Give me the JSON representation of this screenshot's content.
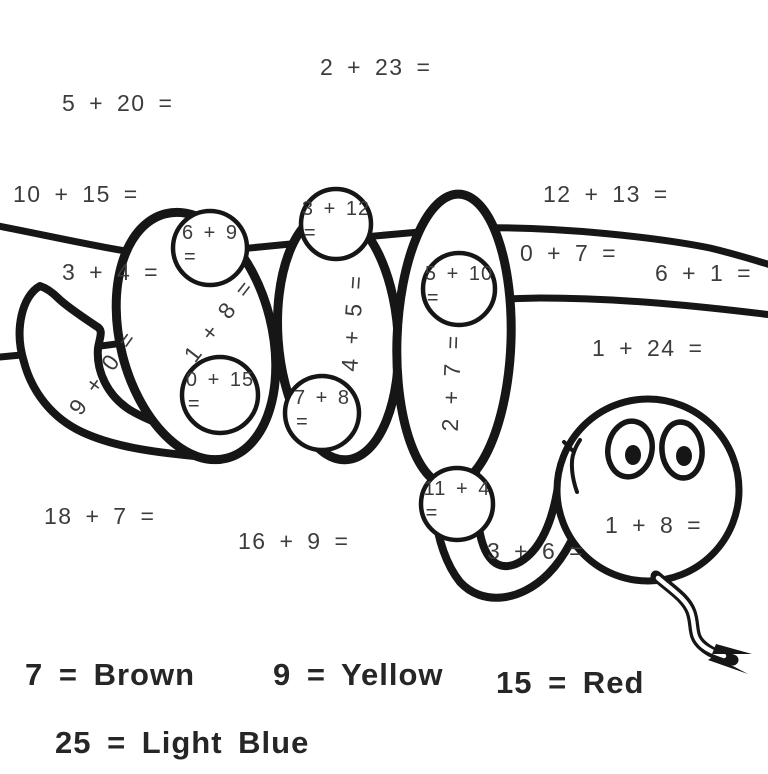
{
  "style": {
    "background": "#ffffff",
    "ink": "#161616",
    "problem_text_color": "#3c3c3c",
    "legend_text_color": "#262626"
  },
  "worksheet": {
    "illustration": {
      "subject": "snake coiled around a tree branch",
      "parts": [
        "branch",
        "snake-tail",
        "snake-coil",
        "snake-head",
        "snake-eyes",
        "forked-tongue",
        "problem-spots"
      ]
    },
    "plain_problems": [
      {
        "text": "2 + 23 ="
      },
      {
        "text": "5 + 20 ="
      },
      {
        "text": "10 + 15 ="
      },
      {
        "text": "12 + 13 ="
      },
      {
        "text": "0 + 7 ="
      },
      {
        "text": "6 + 1 ="
      },
      {
        "text": "3 + 4 ="
      },
      {
        "text": "1 + 24 ="
      },
      {
        "text": "18 + 7 ="
      },
      {
        "text": "16 + 9 ="
      },
      {
        "text": "3 + 6 ="
      },
      {
        "text": "1 + 8 ="
      }
    ],
    "rotated_problems": [
      {
        "text": "1 + 8 ="
      },
      {
        "text": "4 + 5 ="
      },
      {
        "text": "9 + 0 ="
      },
      {
        "text": "2 + 7 ="
      }
    ],
    "circle_problems": [
      {
        "expression": "6 + 9",
        "equals": "="
      },
      {
        "expression": "3 + 12",
        "equals": "="
      },
      {
        "expression": "0 + 15",
        "equals": "="
      },
      {
        "expression": "7 + 8",
        "equals": "="
      },
      {
        "expression": "5 + 10",
        "equals": "="
      },
      {
        "expression": "11 + 4",
        "equals": "="
      }
    ],
    "legend": [
      {
        "text": "7 = Brown"
      },
      {
        "text": "9 = Yellow"
      },
      {
        "text": "15 = Red"
      },
      {
        "text": "25 = Light Blue"
      }
    ]
  }
}
